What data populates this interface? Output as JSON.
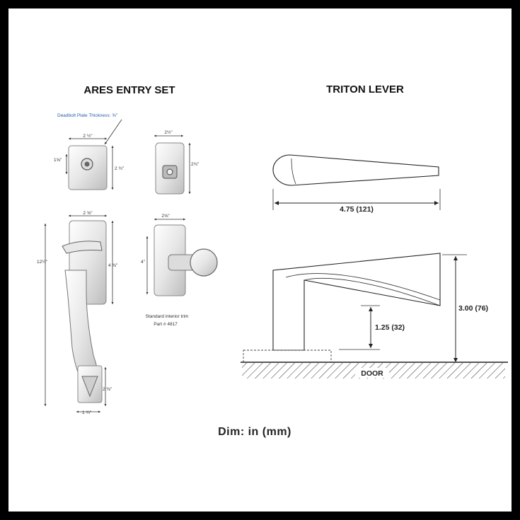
{
  "ares": {
    "title": "ARES ENTRY SET",
    "deadbolt_note": "Deadbolt Plate Thickness: ⅝\"",
    "dims": {
      "deadbolt_width": "2 ½\"",
      "deadbolt_height": "2 ¾\"",
      "deadbolt_cyl": "1⅝\"",
      "side_width": "2½\"",
      "side_height": "2¾\"",
      "handle_plate_width": "2 ⅝\"",
      "handle_plate_height": "4 ⅜\"",
      "overall_height": "12¼\"",
      "bottom_plate_height": "2 ⅜\"",
      "bottom_width": "1 ¾\"",
      "interior_width": "2⅝\"",
      "interior_height": "4\""
    },
    "interior_note_1": "Standard interior trim",
    "interior_note_2": "Part # 4817"
  },
  "triton": {
    "title": "TRITON LEVER",
    "length": "4.75 (121)",
    "total_height": "3.00 (76)",
    "lever_height": "1.25 (32)",
    "door_label": "DOOR"
  },
  "footer": "Dim: in (mm)"
}
